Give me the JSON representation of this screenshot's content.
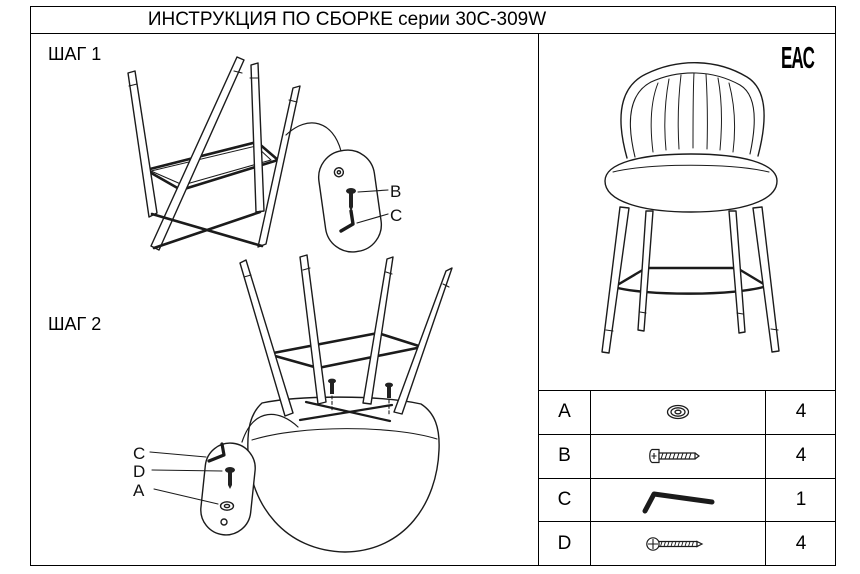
{
  "title": "ИНСТРУКЦИЯ ПО СБОРКЕ серии 30C-309W",
  "eac_mark": "EAC",
  "steps": [
    {
      "label": "ШАГ 1",
      "callout_labels": [
        "B",
        "C"
      ]
    },
    {
      "label": "ШАГ 2",
      "callout_labels": [
        "C",
        "D",
        "A"
      ]
    }
  ],
  "parts_table": {
    "rows": [
      {
        "letter": "A",
        "icon": "washer-icon",
        "qty": "4"
      },
      {
        "letter": "B",
        "icon": "pan-head-screw-icon",
        "qty": "4"
      },
      {
        "letter": "C",
        "icon": "allen-key-icon",
        "qty": "1"
      },
      {
        "letter": "D",
        "icon": "machine-screw-icon",
        "qty": "4"
      }
    ]
  },
  "colors": {
    "line": "#1b1b1b",
    "background": "#ffffff"
  }
}
